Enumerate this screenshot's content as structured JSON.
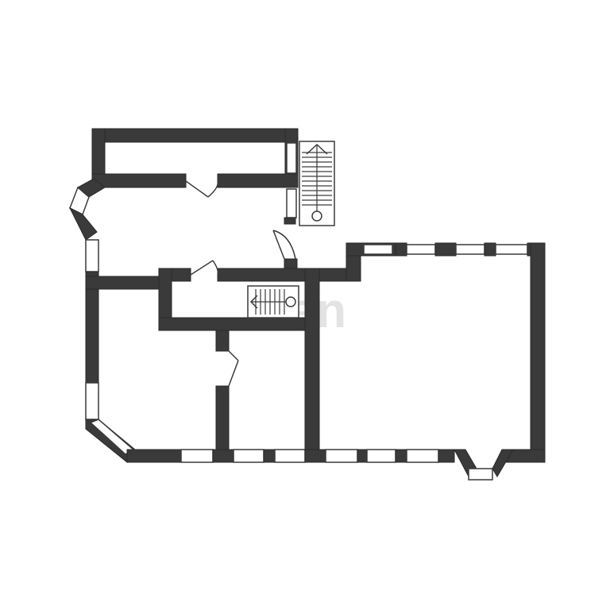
{
  "watermark": {
    "text": "cian"
  },
  "rooms": [
    {
      "id": "north-strip"
    },
    {
      "id": "hall"
    },
    {
      "id": "corridor"
    },
    {
      "id": "west-room"
    },
    {
      "id": "middle-room"
    },
    {
      "id": "east-room"
    }
  ],
  "stairs": [
    {
      "id": "east-stair"
    },
    {
      "id": "inner-stair"
    }
  ],
  "colors": {
    "wall": "#3a3a3a",
    "background": "#ffffff",
    "watermark": "#e3e3e3"
  }
}
